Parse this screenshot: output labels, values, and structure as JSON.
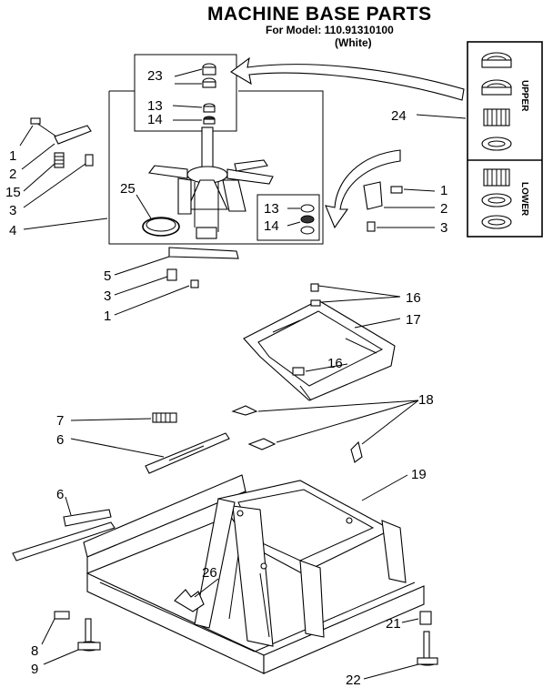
{
  "header": {
    "title": "MACHINE BASE PARTS",
    "model_line": "For Model: 110.91310100",
    "color_line": "(White)"
  },
  "side_labels": {
    "upper": "UPPER",
    "lower": "LOWER"
  },
  "callouts": {
    "c23": "23",
    "c13a": "13",
    "c14a": "14",
    "c24": "24",
    "c1a": "1",
    "c2a": "2",
    "c15": "15",
    "c3a": "3",
    "c25": "25",
    "c4": "4",
    "c1b": "1",
    "c2b": "2",
    "c3b": "3",
    "c13b": "13",
    "c14b": "14",
    "c5": "5",
    "c3c": "3",
    "c1c": "1",
    "c16a": "16",
    "c17": "17",
    "c16b": "16",
    "c7": "7",
    "c18": "18",
    "c6a": "6",
    "c19": "19",
    "c6b": "6",
    "c26": "26",
    "c21": "21",
    "c8": "8",
    "c9": "9",
    "c22": "22"
  }
}
